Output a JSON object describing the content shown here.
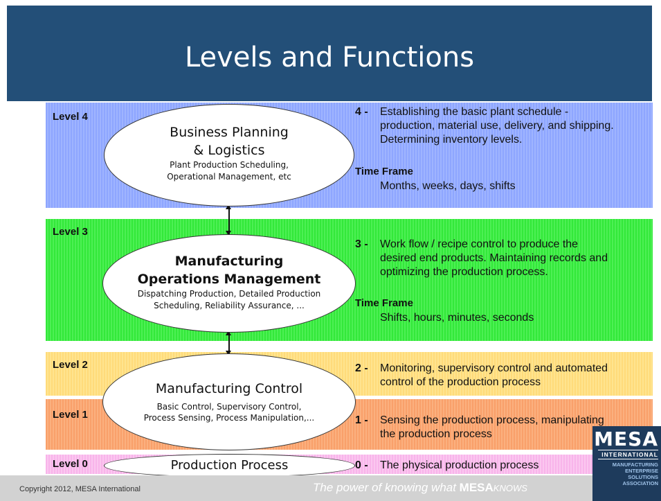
{
  "title": "Levels and Functions",
  "levels": [
    {
      "label": "Level 4",
      "ellipse_title": "Business Planning & Logistics",
      "ellipse_title_line1": "Business Planning",
      "ellipse_title_line2": "& Logistics",
      "ellipse_sub_line1": "Plant Production Scheduling,",
      "ellipse_sub_line2": "Operational Management, etc",
      "num": "4 -",
      "desc_line1": "Establishing the basic plant schedule -",
      "desc_line2": "production, material use, delivery, and shipping.",
      "desc_line3": "Determining inventory levels.",
      "time_frame_label": "Time Frame",
      "time_frame": "Months, weeks, days, shifts",
      "color": "#9fb4ff"
    },
    {
      "label": "Level 3",
      "ellipse_title_line1": "Manufacturing",
      "ellipse_title_line2": "Operations Management",
      "ellipse_sub_line1": "Dispatching Production, Detailed Production",
      "ellipse_sub_line2": "Scheduling, Reliability Assurance, ...",
      "num": "3 -",
      "desc_line1": "Work flow / recipe control to produce the",
      "desc_line2": "desired end products. Maintaining records and",
      "desc_line3": "optimizing the production process.",
      "time_frame_label": "Time Frame",
      "time_frame": "Shifts, hours, minutes, seconds",
      "color": "#4df054"
    },
    {
      "label": "Level 2",
      "num": "2 -",
      "desc_line1": "Monitoring, supervisory control and automated",
      "desc_line2": "control of the production process",
      "color": "#ffe48f"
    },
    {
      "label": "Level 1",
      "num": "1 -",
      "desc_line1": "Sensing the production process, manipulating",
      "desc_line2": "the production process",
      "color": "#fbb07f"
    },
    {
      "label": "Level 0",
      "num": "0 -",
      "desc_line1": "The physical production process",
      "ellipse_title": "Production Process",
      "color": "#fbc7f0"
    }
  ],
  "control_ellipse": {
    "title": "Manufacturing Control",
    "sub_line1": "Basic Control, Supervisory Control,",
    "sub_line2": "Process Sensing, Process Manipulation,..."
  },
  "footer": {
    "copyright": "Copyright 2012, MESA International",
    "tagline_prefix": "The power of knowing what ",
    "tagline_brand": "MESA",
    "tagline_suffix": "KNOWS"
  },
  "logo": {
    "name": "MESA",
    "subtitle": "INTERNATIONAL",
    "line1": "MANUFACTURING",
    "line2": "ENTERPRISE",
    "line3": "SOLUTIONS",
    "line4": "ASSOCIATION"
  }
}
